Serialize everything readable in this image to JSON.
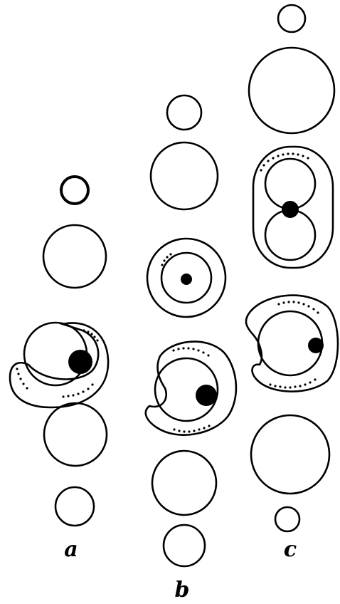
{
  "figure": {
    "columns": [
      {
        "id": "a",
        "label": "a"
      },
      {
        "id": "b",
        "label": "b"
      },
      {
        "id": "c",
        "label": "c"
      }
    ]
  }
}
